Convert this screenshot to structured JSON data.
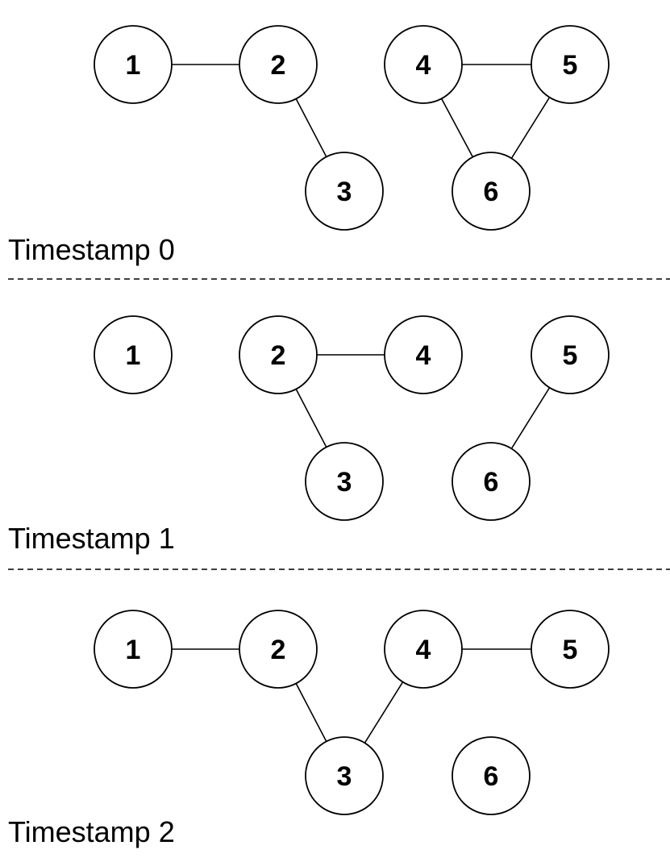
{
  "panels": [
    {
      "label": "Timestamp 0",
      "nodes": [
        "1",
        "2",
        "3",
        "4",
        "5",
        "6"
      ],
      "edges": [
        [
          "1",
          "2"
        ],
        [
          "2",
          "3"
        ],
        [
          "4",
          "5"
        ],
        [
          "4",
          "6"
        ],
        [
          "5",
          "6"
        ]
      ]
    },
    {
      "label": "Timestamp 1",
      "nodes": [
        "1",
        "2",
        "3",
        "4",
        "5",
        "6"
      ],
      "edges": [
        [
          "2",
          "4"
        ],
        [
          "2",
          "3"
        ],
        [
          "5",
          "6"
        ]
      ]
    },
    {
      "label": "Timestamp 2",
      "nodes": [
        "1",
        "2",
        "3",
        "4",
        "5",
        "6"
      ],
      "edges": [
        [
          "1",
          "2"
        ],
        [
          "2",
          "3"
        ],
        [
          "4",
          "3"
        ],
        [
          "4",
          "5"
        ]
      ]
    }
  ]
}
